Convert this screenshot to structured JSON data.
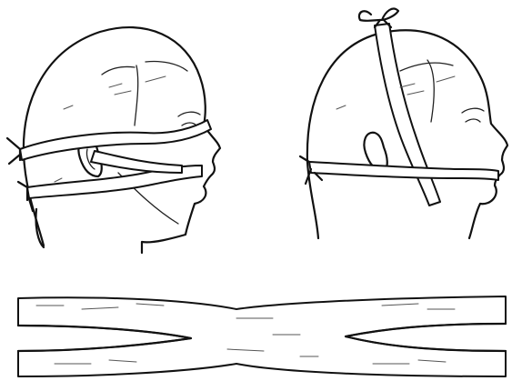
{
  "figures": [
    {
      "id": "head-profile-sling-bandage",
      "depicts": "head-profile-with-sling-bandage"
    },
    {
      "id": "head-profile-crown-tie",
      "depicts": "head-profile-with-bandage-tied-at-crown"
    },
    {
      "id": "sling-bandage-flat",
      "depicts": "unfolded-sling-bandage"
    }
  ],
  "colors": {
    "background": "#ffffff",
    "ink": "#111111",
    "shading": "#555555"
  }
}
